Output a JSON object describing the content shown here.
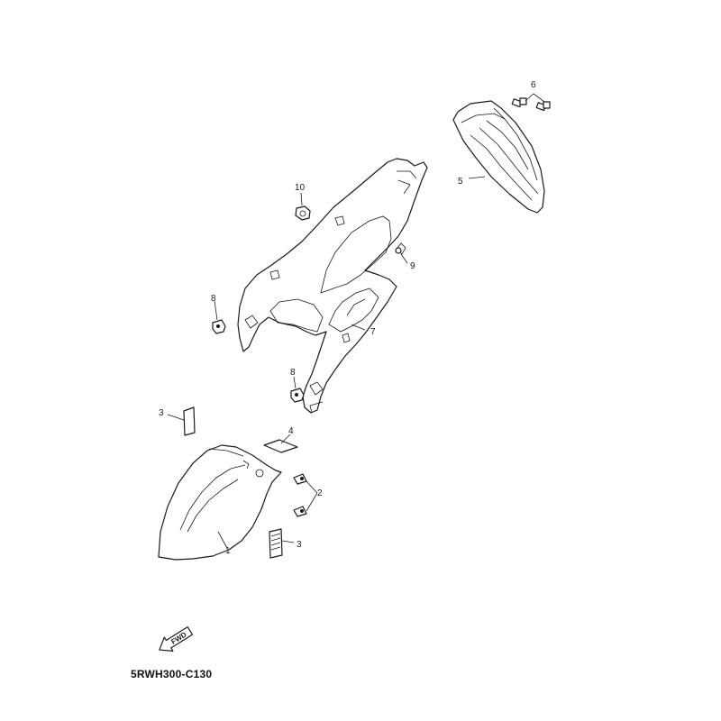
{
  "diagram_code": "5RWH300-C130",
  "fwd_label": "FWD",
  "callouts": {
    "c1": "1",
    "c2": "2",
    "c3a": "3",
    "c3b": "3",
    "c4": "4",
    "c5": "5",
    "c6": "6",
    "c7": "7",
    "c8a": "8",
    "c8b": "8",
    "c9": "9",
    "c10": "10"
  }
}
